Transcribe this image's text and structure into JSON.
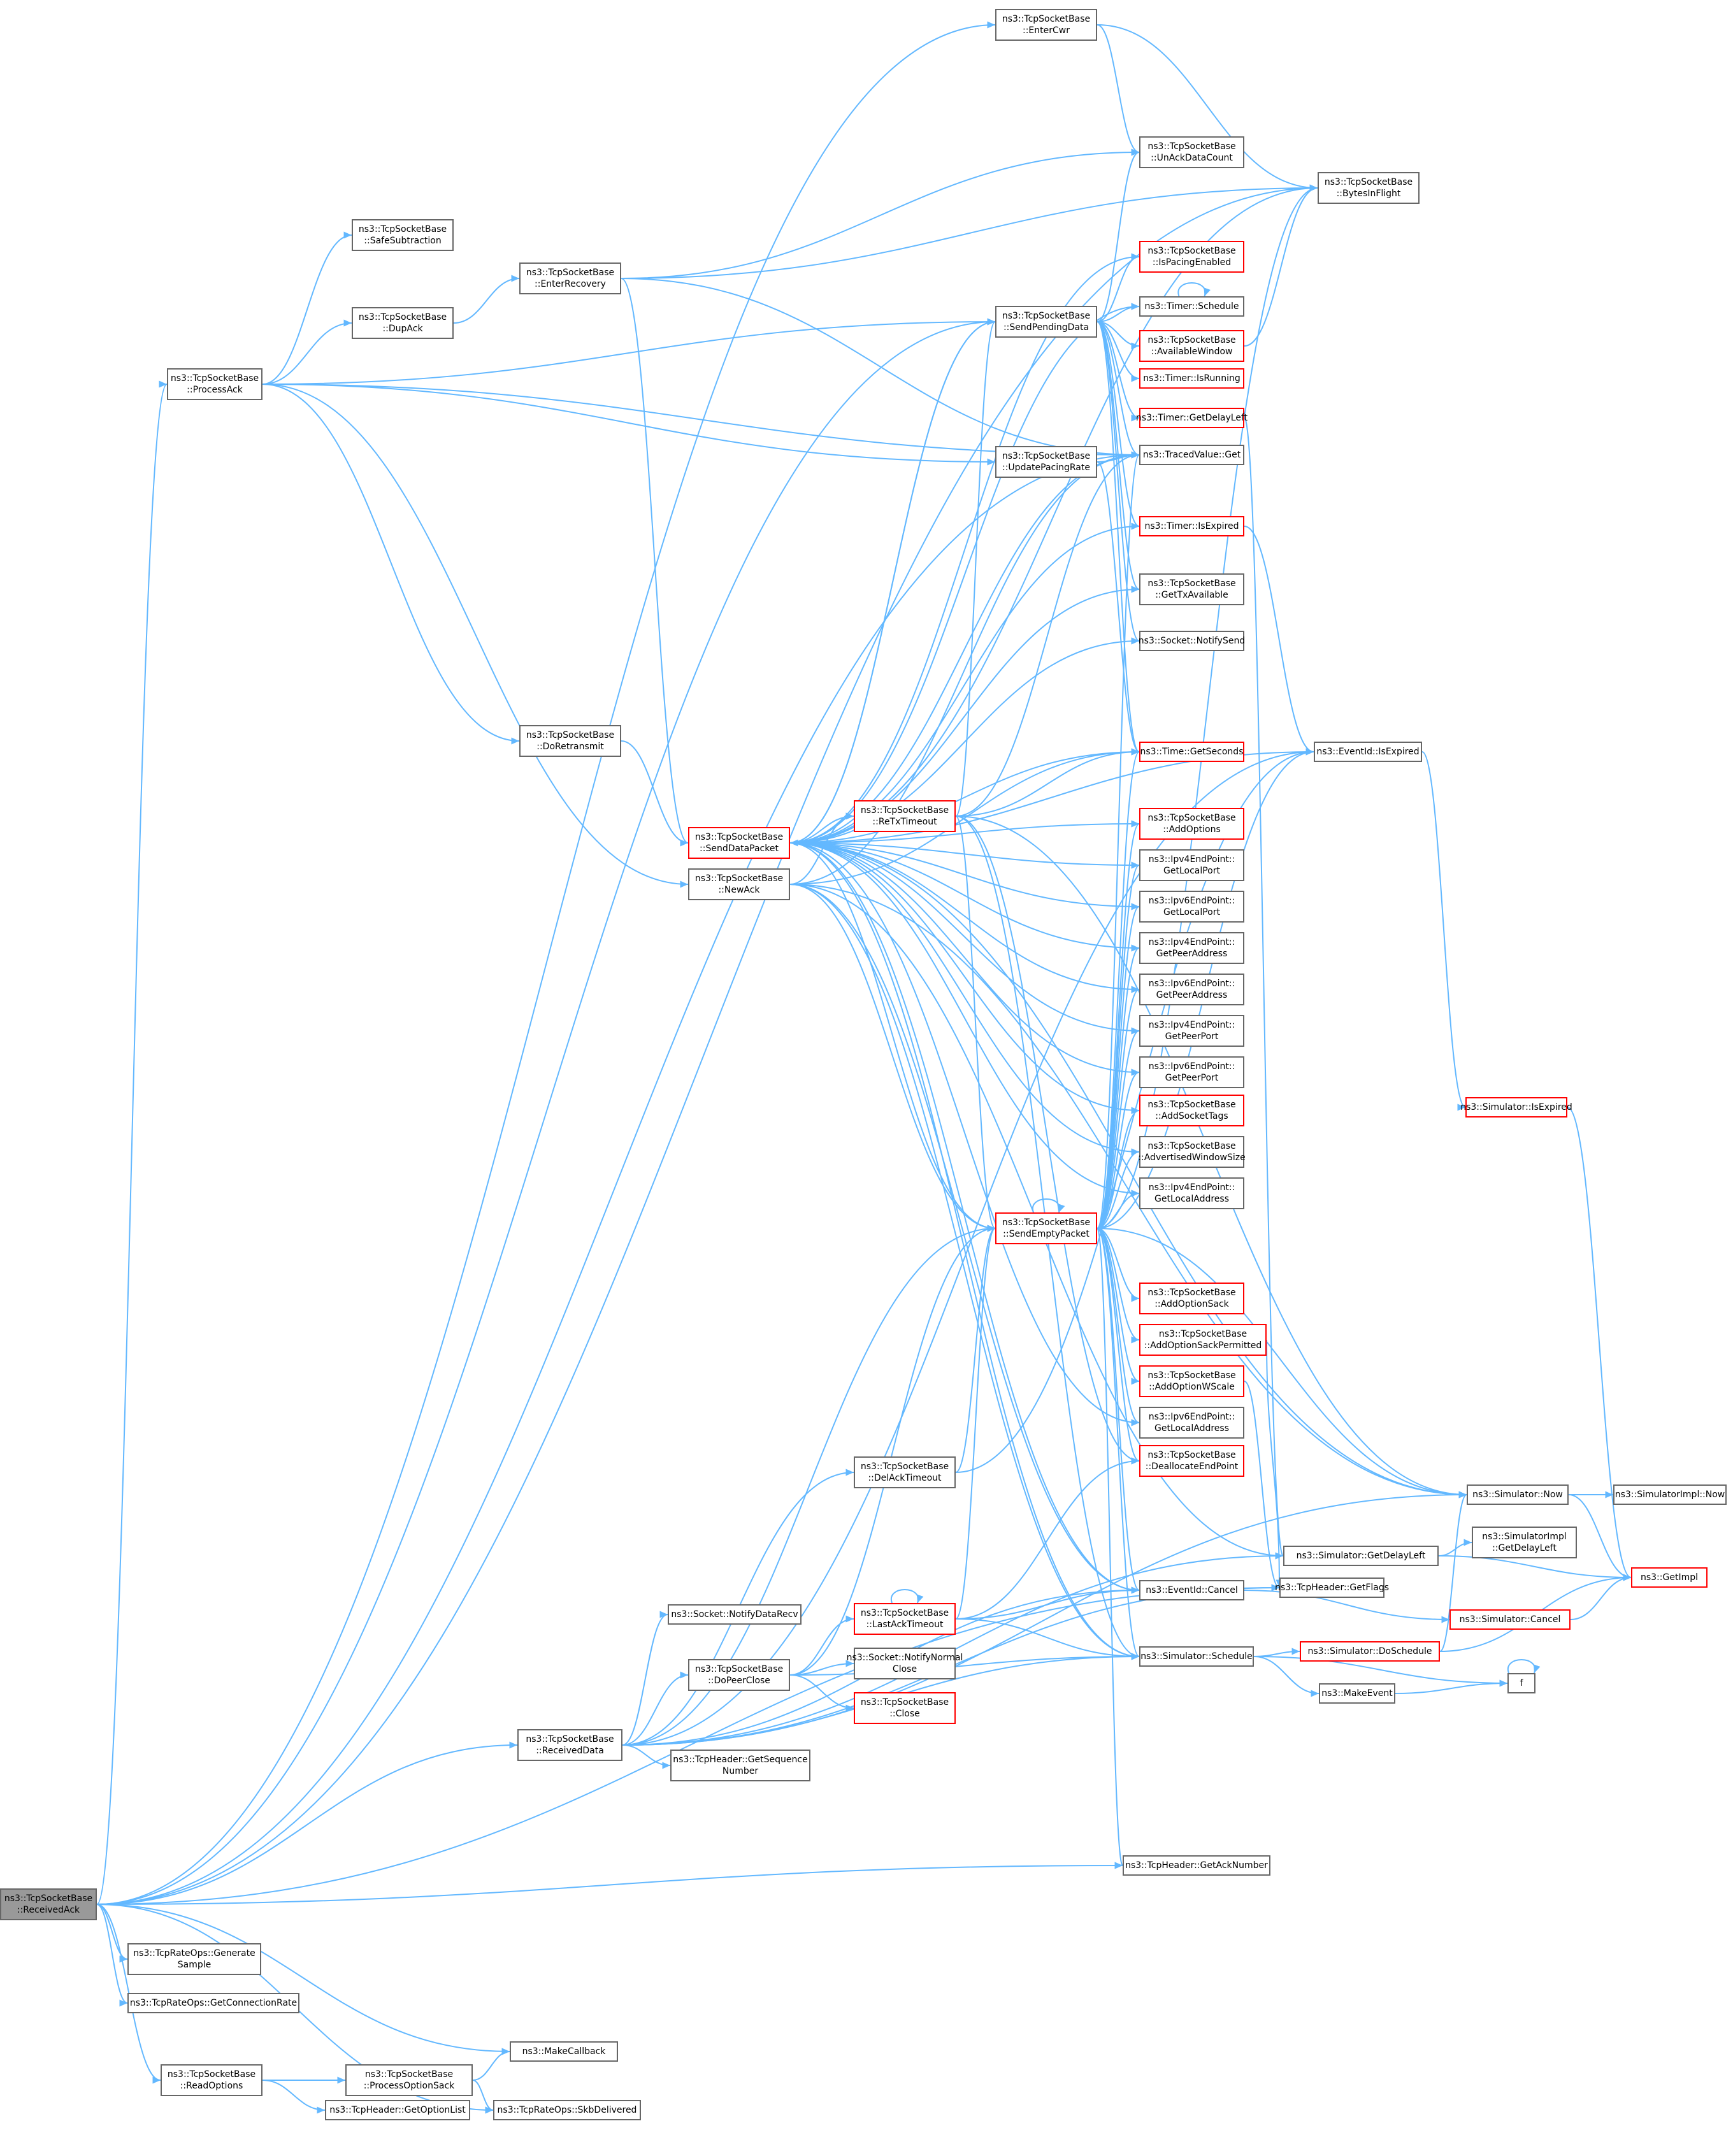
{
  "colors": {
    "edge": "#63b8ff",
    "node_border": "#666666",
    "node_border_incomplete": "#ff0000",
    "root_fill": "#999999"
  },
  "nodes": [
    {
      "id": "n0",
      "lines": [
        "ns3::TcpSocketBase",
        "::ReceivedAck"
      ],
      "root": true
    },
    {
      "id": "n1",
      "lines": [
        "ns3::TcpSocketBase",
        "::ProcessAck"
      ]
    },
    {
      "id": "n2",
      "lines": [
        "ns3::TcpSocketBase",
        "::SafeSubtraction"
      ]
    },
    {
      "id": "n3",
      "lines": [
        "ns3::TcpSocketBase",
        "::DupAck"
      ]
    },
    {
      "id": "n4",
      "lines": [
        "ns3::TcpSocketBase",
        "::EnterRecovery"
      ]
    },
    {
      "id": "n5",
      "lines": [
        "ns3::TcpSocketBase",
        "::EnterCwr"
      ]
    },
    {
      "id": "n6",
      "lines": [
        "ns3::TcpSocketBase",
        "::UnAckDataCount"
      ]
    },
    {
      "id": "n7",
      "lines": [
        "ns3::TcpSocketBase",
        "::BytesInFlight"
      ]
    },
    {
      "id": "n8",
      "lines": [
        "ns3::TcpSocketBase",
        "::IsPacingEnabled"
      ],
      "red": true
    },
    {
      "id": "n9",
      "lines": [
        "ns3::TcpSocketBase",
        "::SendPendingData"
      ]
    },
    {
      "id": "n10",
      "lines": [
        "ns3::Timer::Schedule"
      ]
    },
    {
      "id": "n11",
      "lines": [
        "ns3::TcpSocketBase",
        "::AvailableWindow"
      ],
      "red": true
    },
    {
      "id": "n12",
      "lines": [
        "ns3::Timer::IsRunning"
      ],
      "red": true
    },
    {
      "id": "n13",
      "lines": [
        "ns3::Timer::GetDelayLeft"
      ],
      "red": true
    },
    {
      "id": "n14",
      "lines": [
        "ns3::TcpSocketBase",
        "::UpdatePacingRate"
      ]
    },
    {
      "id": "n15",
      "lines": [
        "ns3::TracedValue::Get"
      ]
    },
    {
      "id": "n16",
      "lines": [
        "ns3::Timer::IsExpired"
      ],
      "red": true
    },
    {
      "id": "n17",
      "lines": [
        "ns3::TcpSocketBase",
        "::GetTxAvailable"
      ]
    },
    {
      "id": "n18",
      "lines": [
        "ns3::Socket::NotifySend"
      ]
    },
    {
      "id": "n19",
      "lines": [
        "ns3::TcpSocketBase",
        "::DoRetransmit"
      ]
    },
    {
      "id": "n20",
      "lines": [
        "ns3::EventId::IsExpired"
      ]
    },
    {
      "id": "n21",
      "lines": [
        "ns3::Time::GetSeconds"
      ],
      "red": true
    },
    {
      "id": "n22",
      "lines": [
        "ns3::TcpSocketBase",
        "::SendDataPacket"
      ],
      "red": true
    },
    {
      "id": "n23",
      "lines": [
        "ns3::TcpSocketBase",
        "::ReTxTimeout"
      ],
      "red": true
    },
    {
      "id": "n24",
      "lines": [
        "ns3::TcpSocketBase",
        "::AddOptions"
      ],
      "red": true
    },
    {
      "id": "n25",
      "lines": [
        "ns3::TcpSocketBase",
        "::NewAck"
      ]
    },
    {
      "id": "n26",
      "lines": [
        "ns3::Ipv4EndPoint::",
        "GetLocalPort"
      ]
    },
    {
      "id": "n27",
      "lines": [
        "ns3::Ipv6EndPoint::",
        "GetLocalPort"
      ]
    },
    {
      "id": "n28",
      "lines": [
        "ns3::Ipv4EndPoint::",
        "GetPeerAddress"
      ]
    },
    {
      "id": "n29",
      "lines": [
        "ns3::Ipv6EndPoint::",
        "GetPeerAddress"
      ]
    },
    {
      "id": "n30",
      "lines": [
        "ns3::Ipv4EndPoint::",
        "GetPeerPort"
      ]
    },
    {
      "id": "n31",
      "lines": [
        "ns3::Ipv6EndPoint::",
        "GetPeerPort"
      ]
    },
    {
      "id": "n32",
      "lines": [
        "ns3::TcpSocketBase",
        "::AddSocketTags"
      ],
      "red": true
    },
    {
      "id": "n33",
      "lines": [
        "ns3::Simulator::IsExpired"
      ],
      "red": true
    },
    {
      "id": "n34",
      "lines": [
        "ns3::TcpSocketBase",
        "::AdvertisedWindowSize"
      ]
    },
    {
      "id": "n35",
      "lines": [
        "ns3::Ipv4EndPoint::",
        "GetLocalAddress"
      ]
    },
    {
      "id": "n36",
      "lines": [
        "ns3::TcpSocketBase",
        "::SendEmptyPacket"
      ],
      "red": true
    },
    {
      "id": "n37",
      "lines": [
        "ns3::TcpSocketBase",
        "::AddOptionSack"
      ],
      "red": true
    },
    {
      "id": "n38",
      "lines": [
        "ns3::TcpSocketBase",
        "::AddOptionSackPermitted"
      ],
      "red": true
    },
    {
      "id": "n39",
      "lines": [
        "ns3::TcpSocketBase",
        "::AddOptionWScale"
      ],
      "red": true
    },
    {
      "id": "n40",
      "lines": [
        "ns3::Ipv6EndPoint::",
        "GetLocalAddress"
      ]
    },
    {
      "id": "n41",
      "lines": [
        "ns3::TcpSocketBase",
        "::DeallocateEndPoint"
      ],
      "red": true
    },
    {
      "id": "n42",
      "lines": [
        "ns3::TcpSocketBase",
        "::DelAckTimeout"
      ]
    },
    {
      "id": "n43",
      "lines": [
        "ns3::Simulator::Now"
      ]
    },
    {
      "id": "n44",
      "lines": [
        "ns3::SimulatorImpl::Now"
      ]
    },
    {
      "id": "n45",
      "lines": [
        "ns3::SimulatorImpl",
        "::GetDelayLeft"
      ]
    },
    {
      "id": "n46",
      "lines": [
        "ns3::Simulator::GetDelayLeft"
      ]
    },
    {
      "id": "n47",
      "lines": [
        "ns3::GetImpl"
      ],
      "red": true
    },
    {
      "id": "n48",
      "lines": [
        "ns3::TcpHeader::GetFlags"
      ]
    },
    {
      "id": "n49",
      "lines": [
        "ns3::EventId::Cancel"
      ]
    },
    {
      "id": "n50",
      "lines": [
        "ns3::Simulator::Cancel"
      ],
      "red": true
    },
    {
      "id": "n51",
      "lines": [
        "ns3::TcpSocketBase",
        "::LastAckTimeout"
      ],
      "red": true
    },
    {
      "id": "n52",
      "lines": [
        "ns3::Socket::NotifyDataRecv"
      ]
    },
    {
      "id": "n53",
      "lines": [
        "ns3::Socket::NotifyNormal",
        "Close"
      ]
    },
    {
      "id": "n54",
      "lines": [
        "ns3::TcpSocketBase",
        "::DoPeerClose"
      ]
    },
    {
      "id": "n55",
      "lines": [
        "ns3::TcpSocketBase",
        "::Close"
      ],
      "red": true
    },
    {
      "id": "n56",
      "lines": [
        "ns3::Simulator::DoSchedule"
      ],
      "red": true
    },
    {
      "id": "n57",
      "lines": [
        "ns3::Simulator::Schedule"
      ]
    },
    {
      "id": "n58",
      "lines": [
        "ns3::MakeEvent"
      ]
    },
    {
      "id": "n59",
      "lines": [
        "f"
      ]
    },
    {
      "id": "n60",
      "lines": [
        "ns3::TcpSocketBase",
        "::ReceivedData"
      ]
    },
    {
      "id": "n61",
      "lines": [
        "ns3::TcpHeader::GetSequence",
        "Number"
      ]
    },
    {
      "id": "n62",
      "lines": [
        "ns3::TcpHeader::GetAckNumber"
      ]
    },
    {
      "id": "n63",
      "lines": [
        "ns3::TcpRateOps::Generate",
        "Sample"
      ]
    },
    {
      "id": "n64",
      "lines": [
        "ns3::TcpRateOps::GetConnectionRate"
      ]
    },
    {
      "id": "n65",
      "lines": [
        "ns3::MakeCallback"
      ]
    },
    {
      "id": "n66",
      "lines": [
        "ns3::TcpSocketBase",
        "::ReadOptions"
      ]
    },
    {
      "id": "n67",
      "lines": [
        "ns3::TcpSocketBase",
        "::ProcessOptionSack"
      ]
    },
    {
      "id": "n68",
      "lines": [
        "ns3::TcpHeader::GetOptionList"
      ]
    },
    {
      "id": "n69",
      "lines": [
        "ns3::TcpRateOps::SkbDelivered"
      ]
    }
  ],
  "edges": [
    [
      "n0",
      "n1"
    ],
    [
      "n0",
      "n5"
    ],
    [
      "n0",
      "n7"
    ],
    [
      "n0",
      "n60"
    ],
    [
      "n0",
      "n15"
    ],
    [
      "n0",
      "n62"
    ],
    [
      "n0",
      "n48"
    ],
    [
      "n0",
      "n63"
    ],
    [
      "n0",
      "n64"
    ],
    [
      "n0",
      "n65"
    ],
    [
      "n0",
      "n66"
    ],
    [
      "n0",
      "n69"
    ],
    [
      "n0",
      "n9"
    ],
    [
      "n1",
      "n2"
    ],
    [
      "n1",
      "n3"
    ],
    [
      "n1",
      "n19"
    ],
    [
      "n1",
      "n25"
    ],
    [
      "n1",
      "n14"
    ],
    [
      "n1",
      "n15"
    ],
    [
      "n1",
      "n9"
    ],
    [
      "n3",
      "n4"
    ],
    [
      "n4",
      "n6"
    ],
    [
      "n4",
      "n7"
    ],
    [
      "n4",
      "n22"
    ],
    [
      "n4",
      "n15"
    ],
    [
      "n5",
      "n6"
    ],
    [
      "n5",
      "n7"
    ],
    [
      "n9",
      "n6"
    ],
    [
      "n9",
      "n8"
    ],
    [
      "n9",
      "n10"
    ],
    [
      "n9",
      "n11"
    ],
    [
      "n9",
      "n12"
    ],
    [
      "n9",
      "n13"
    ],
    [
      "n9",
      "n15"
    ],
    [
      "n9",
      "n16"
    ],
    [
      "n9",
      "n17"
    ],
    [
      "n9",
      "n18"
    ],
    [
      "n9",
      "n22"
    ],
    [
      "n9",
      "n21"
    ],
    [
      "n10",
      "n10"
    ],
    [
      "n11",
      "n7"
    ],
    [
      "n13",
      "n46"
    ],
    [
      "n14",
      "n15"
    ],
    [
      "n14",
      "n21"
    ],
    [
      "n16",
      "n20"
    ],
    [
      "n19",
      "n22"
    ],
    [
      "n20",
      "n33"
    ],
    [
      "n33",
      "n47"
    ],
    [
      "n22",
      "n7"
    ],
    [
      "n22",
      "n8"
    ],
    [
      "n22",
      "n10"
    ],
    [
      "n22",
      "n15"
    ],
    [
      "n22",
      "n16"
    ],
    [
      "n22",
      "n17"
    ],
    [
      "n22",
      "n18"
    ],
    [
      "n22",
      "n20"
    ],
    [
      "n22",
      "n21"
    ],
    [
      "n22",
      "n23"
    ],
    [
      "n22",
      "n24"
    ],
    [
      "n22",
      "n26"
    ],
    [
      "n22",
      "n27"
    ],
    [
      "n22",
      "n28"
    ],
    [
      "n22",
      "n29"
    ],
    [
      "n22",
      "n30"
    ],
    [
      "n22",
      "n31"
    ],
    [
      "n22",
      "n32"
    ],
    [
      "n22",
      "n34"
    ],
    [
      "n22",
      "n35"
    ],
    [
      "n22",
      "n40"
    ],
    [
      "n22",
      "n43"
    ],
    [
      "n22",
      "n49"
    ],
    [
      "n22",
      "n57"
    ],
    [
      "n22",
      "n9"
    ],
    [
      "n22",
      "n36"
    ],
    [
      "n23",
      "n9"
    ],
    [
      "n23",
      "n15"
    ],
    [
      "n23",
      "n21"
    ],
    [
      "n23",
      "n36"
    ],
    [
      "n23",
      "n41"
    ],
    [
      "n23",
      "n43"
    ],
    [
      "n23",
      "n57"
    ],
    [
      "n25",
      "n15"
    ],
    [
      "n25",
      "n21"
    ],
    [
      "n25",
      "n23"
    ],
    [
      "n25",
      "n36"
    ],
    [
      "n25",
      "n49"
    ],
    [
      "n25",
      "n57"
    ],
    [
      "n25",
      "n46"
    ],
    [
      "n25",
      "n43"
    ],
    [
      "n36",
      "n7"
    ],
    [
      "n36",
      "n15"
    ],
    [
      "n36",
      "n20"
    ],
    [
      "n36",
      "n21"
    ],
    [
      "n36",
      "n24"
    ],
    [
      "n36",
      "n26"
    ],
    [
      "n36",
      "n27"
    ],
    [
      "n36",
      "n28"
    ],
    [
      "n36",
      "n29"
    ],
    [
      "n36",
      "n30"
    ],
    [
      "n36",
      "n31"
    ],
    [
      "n36",
      "n32"
    ],
    [
      "n36",
      "n34"
    ],
    [
      "n36",
      "n35"
    ],
    [
      "n36",
      "n36"
    ],
    [
      "n36",
      "n37"
    ],
    [
      "n36",
      "n38"
    ],
    [
      "n36",
      "n39"
    ],
    [
      "n36",
      "n40"
    ],
    [
      "n36",
      "n41"
    ],
    [
      "n36",
      "n43"
    ],
    [
      "n36",
      "n49"
    ],
    [
      "n36",
      "n57"
    ],
    [
      "n36",
      "n62"
    ],
    [
      "n38",
      "n48"
    ],
    [
      "n39",
      "n48"
    ],
    [
      "n42",
      "n36"
    ],
    [
      "n42",
      "n20"
    ],
    [
      "n43",
      "n44"
    ],
    [
      "n43",
      "n47"
    ],
    [
      "n46",
      "n45"
    ],
    [
      "n46",
      "n47"
    ],
    [
      "n49",
      "n50"
    ],
    [
      "n50",
      "n47"
    ],
    [
      "n51",
      "n51"
    ],
    [
      "n51",
      "n36"
    ],
    [
      "n51",
      "n41"
    ],
    [
      "n51",
      "n49"
    ],
    [
      "n51",
      "n57"
    ],
    [
      "n54",
      "n51"
    ],
    [
      "n54",
      "n53"
    ],
    [
      "n54",
      "n55"
    ],
    [
      "n54",
      "n36"
    ],
    [
      "n54",
      "n57"
    ],
    [
      "n56",
      "n43"
    ],
    [
      "n56",
      "n47"
    ],
    [
      "n57",
      "n56"
    ],
    [
      "n57",
      "n58"
    ],
    [
      "n57",
      "n59"
    ],
    [
      "n58",
      "n59"
    ],
    [
      "n59",
      "n59"
    ],
    [
      "n60",
      "n36"
    ],
    [
      "n60",
      "n42"
    ],
    [
      "n60",
      "n43"
    ],
    [
      "n60",
      "n49"
    ],
    [
      "n60",
      "n52"
    ],
    [
      "n60",
      "n54"
    ],
    [
      "n60",
      "n57"
    ],
    [
      "n60",
      "n61"
    ],
    [
      "n60",
      "n46"
    ],
    [
      "n60",
      "n20"
    ],
    [
      "n60",
      "n48"
    ],
    [
      "n66",
      "n67"
    ],
    [
      "n66",
      "n68"
    ],
    [
      "n67",
      "n65"
    ],
    [
      "n67",
      "n69"
    ]
  ]
}
